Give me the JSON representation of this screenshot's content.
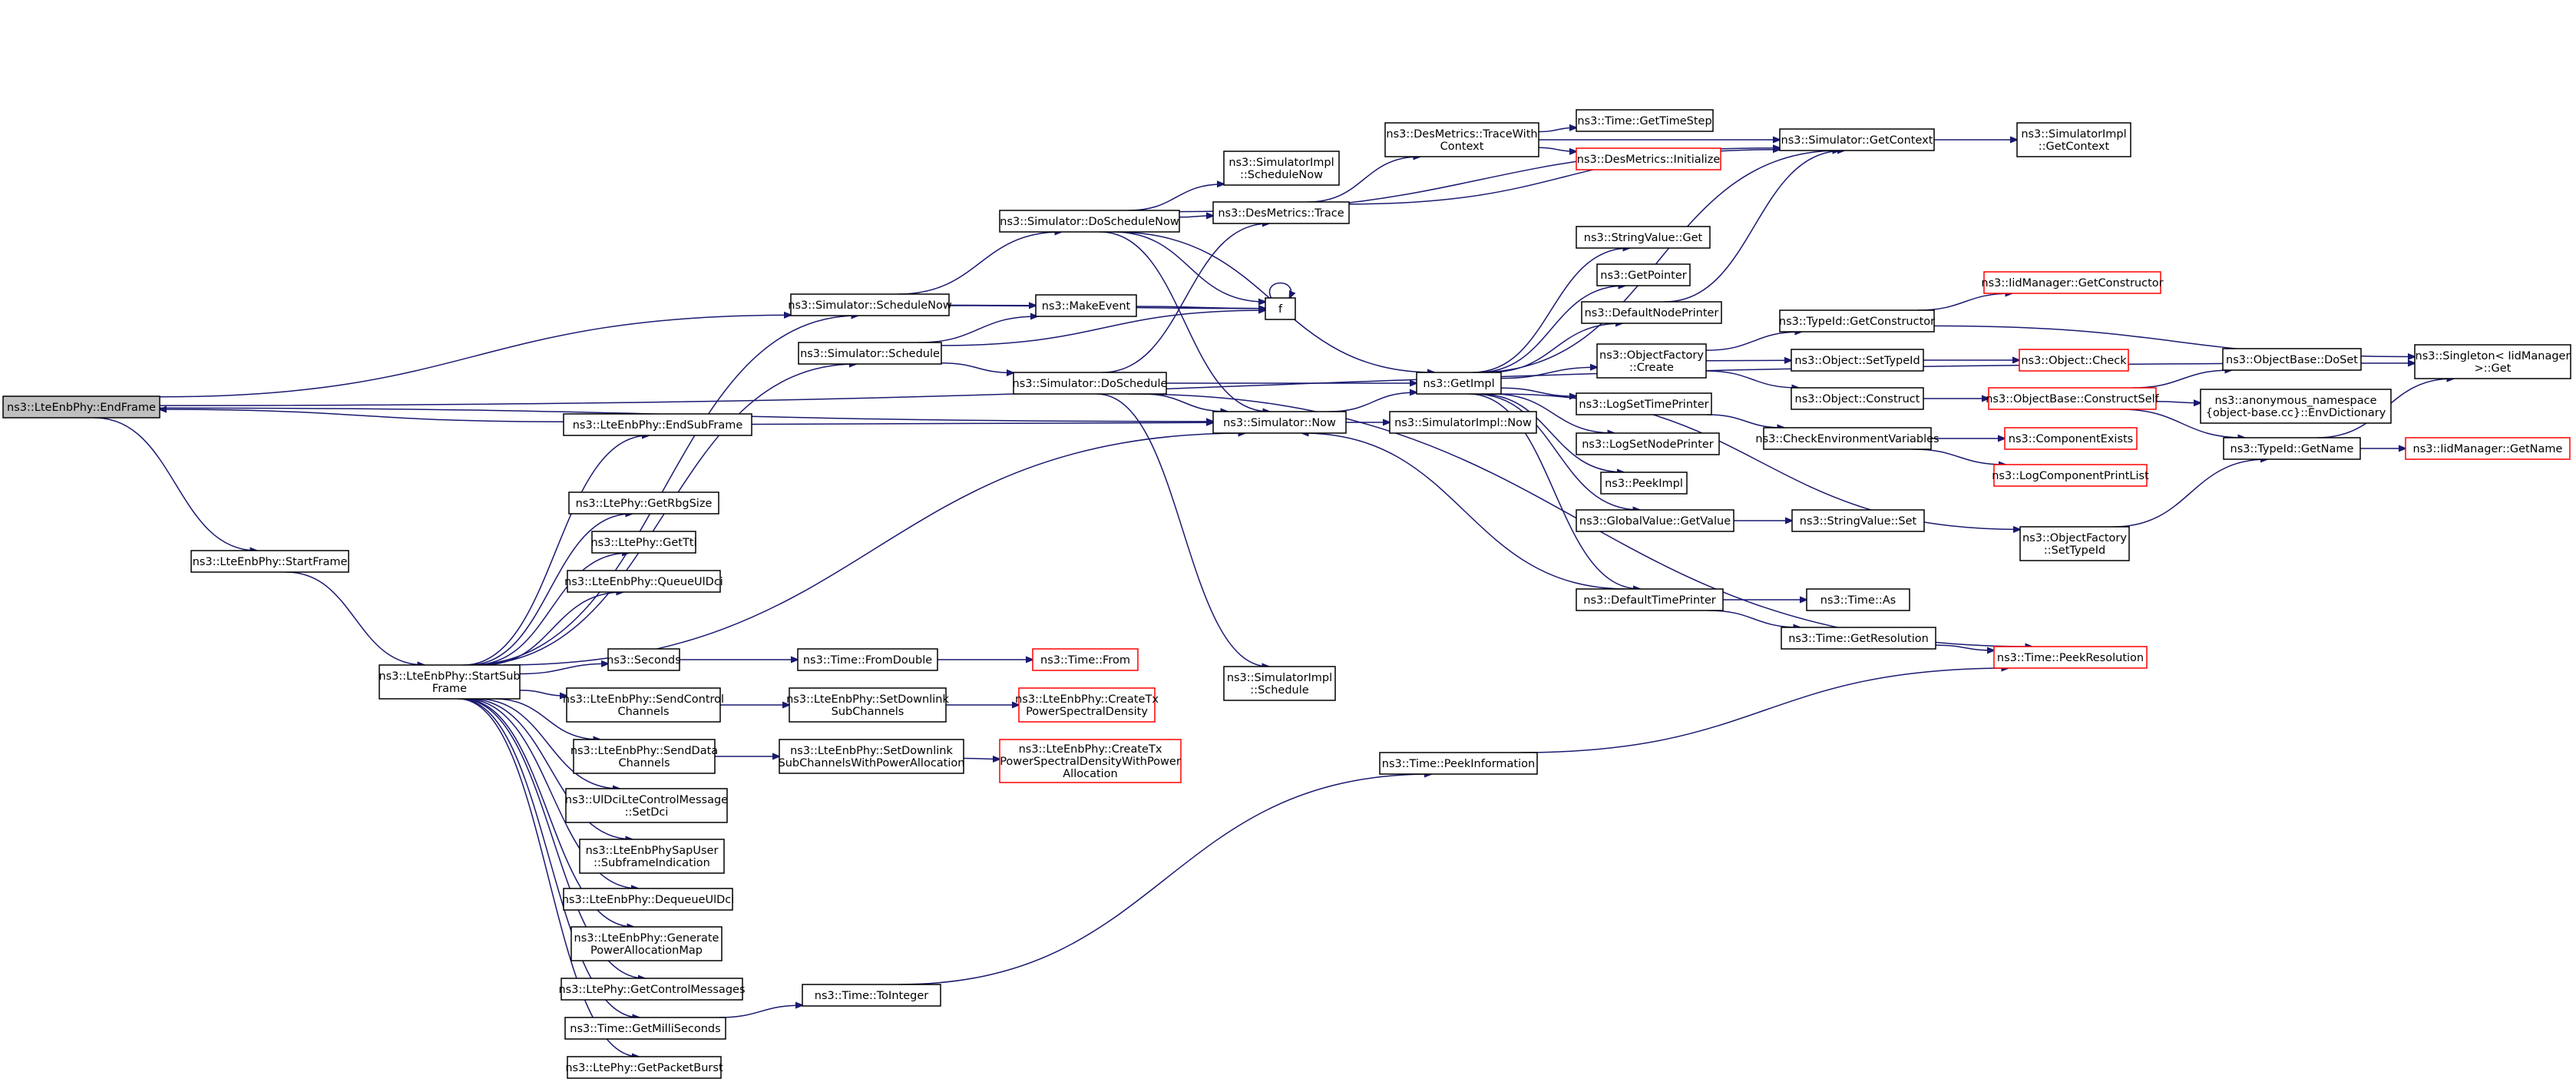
{
  "colors": {
    "edge": "#191970",
    "node_border": "#000000",
    "incomplete_border": "#ff0000",
    "root_fill": "#bfbfbf",
    "background": "#ffffff"
  },
  "nodes": {
    "endframe": [
      "ns3::LteEnbPhy::EndFrame"
    ],
    "startframe": [
      "ns3::LteEnbPhy::StartFrame"
    ],
    "startsubframe": [
      "ns3::LteEnbPhy::StartSub",
      "Frame"
    ],
    "endsubframe": [
      "ns3::LteEnbPhy::EndSubFrame"
    ],
    "schedulenow": [
      "ns3::Simulator::ScheduleNow"
    ],
    "schedule": [
      "ns3::Simulator::Schedule"
    ],
    "doschedulenow": [
      "ns3::Simulator::DoScheduleNow"
    ],
    "doschedule": [
      "ns3::Simulator::DoSchedule"
    ],
    "makeevent": [
      "ns3::MakeEvent"
    ],
    "f": [
      "f"
    ],
    "simimpl_schedulenow": [
      "ns3::SimulatorImpl",
      "::ScheduleNow"
    ],
    "desmetrics_trace": [
      "ns3::DesMetrics::Trace"
    ],
    "tracewithcontext": [
      "ns3::DesMetrics::TraceWith",
      "Context"
    ],
    "gettimestep": [
      "ns3::Time::GetTimeStep"
    ],
    "desmetrics_init": [
      "ns3::DesMetrics::Initialize"
    ],
    "getcontext": [
      "ns3::Simulator::GetContext"
    ],
    "simimpl_getcontext": [
      "ns3::SimulatorImpl",
      "::GetContext"
    ],
    "simulator_now": [
      "ns3::Simulator::Now"
    ],
    "simimpl_now": [
      "ns3::SimulatorImpl::Now"
    ],
    "simimpl_schedule": [
      "ns3::SimulatorImpl",
      "::Schedule"
    ],
    "getimpl": [
      "ns3::GetImpl"
    ],
    "stringvalue_get": [
      "ns3::StringValue::Get"
    ],
    "getpointer": [
      "ns3::GetPointer"
    ],
    "defaultnodeprinter": [
      "ns3::DefaultNodePrinter"
    ],
    "objectfactory_create": [
      "ns3::ObjectFactory",
      "::Create"
    ],
    "logsettimeprinter": [
      "ns3::LogSetTimePrinter"
    ],
    "logsetnodeprinter": [
      "ns3::LogSetNodePrinter"
    ],
    "peekimpl": [
      "ns3::PeekImpl"
    ],
    "globalvalue_getvalue": [
      "ns3::GlobalValue::GetValue"
    ],
    "defaulttimeprinter": [
      "ns3::DefaultTimePrinter"
    ],
    "typeid_getconstructor": [
      "ns3::TypeId::GetConstructor"
    ],
    "iidmanager_getconstructor": [
      "ns3::IidManager::GetConstructor"
    ],
    "object_settypeid": [
      "ns3::Object::SetTypeId"
    ],
    "object_check": [
      "ns3::Object::Check"
    ],
    "object_construct": [
      "ns3::Object::Construct"
    ],
    "objectbase_constructself": [
      "ns3::ObjectBase::ConstructSelf"
    ],
    "objectbase_doset": [
      "ns3::ObjectBase::DoSet"
    ],
    "envdictionary": [
      "ns3::anonymous_namespace",
      "{object-base.cc}::EnvDictionary"
    ],
    "checkenvvars": [
      "ns3::CheckEnvironmentVariables"
    ],
    "componentexists": [
      "ns3::ComponentExists"
    ],
    "logcomponentprintlist": [
      "ns3::LogComponentPrintList"
    ],
    "stringvalue_set": [
      "ns3::StringValue::Set"
    ],
    "objectfactory_settypeid": [
      "ns3::ObjectFactory",
      "::SetTypeId"
    ],
    "typeid_getname": [
      "ns3::TypeId::GetName"
    ],
    "iidmanager_getname": [
      "ns3::IidManager::GetName"
    ],
    "singleton_get": [
      "ns3::Singleton< IidManager",
      " >::Get"
    ],
    "time_as": [
      "ns3::Time::As"
    ],
    "time_getresolution": [
      "ns3::Time::GetResolution"
    ],
    "time_peekresolution": [
      "ns3::Time::PeekResolution"
    ],
    "time_peekinformation": [
      "ns3::Time::PeekInformation"
    ],
    "getrbgsize": [
      "ns3::LtePhy::GetRbgSize"
    ],
    "getttl": [
      "ns3::LtePhy::GetTti"
    ],
    "queueuldci": [
      "ns3::LteEnbPhy::QueueUlDci"
    ],
    "seconds": [
      "ns3::Seconds"
    ],
    "time_fromdouble": [
      "ns3::Time::FromDouble"
    ],
    "time_from": [
      "ns3::Time::From"
    ],
    "sendcontrolchannels": [
      "ns3::LteEnbPhy::SendControl",
      "Channels"
    ],
    "setdownlinksubchannels": [
      "ns3::LteEnbPhy::SetDownlink",
      "SubChannels"
    ],
    "createtxpsd": [
      "ns3::LteEnbPhy::CreateTx",
      "PowerSpectralDensity"
    ],
    "senddatachannels": [
      "ns3::LteEnbPhy::SendData",
      "Channels"
    ],
    "setdownlinkpa": [
      "ns3::LteEnbPhy::SetDownlink",
      "SubChannelsWithPowerAllocation"
    ],
    "createtxpsdpa": [
      "ns3::LteEnbPhy::CreateTx",
      "PowerSpectralDensityWithPower",
      "Allocation"
    ],
    "uldci_setdci": [
      "ns3::UlDciLteControlMessage",
      "::SetDci"
    ],
    "subframeindication": [
      "ns3::LteEnbPhySapUser",
      "::SubframeIndication"
    ],
    "dequeueuldci": [
      "ns3::LteEnbPhy::DequeueUlDci"
    ],
    "generatepam": [
      "ns3::LteEnbPhy::Generate",
      "PowerAllocationMap"
    ],
    "getcontrolmessages": [
      "ns3::LtePhy::GetControlMessages"
    ],
    "time_getmilliseconds": [
      "ns3::Time::GetMilliSeconds"
    ],
    "time_tointeger": [
      "ns3::Time::ToInteger"
    ],
    "getpacketburst": [
      "ns3::LtePhy::GetPacketBurst"
    ]
  }
}
